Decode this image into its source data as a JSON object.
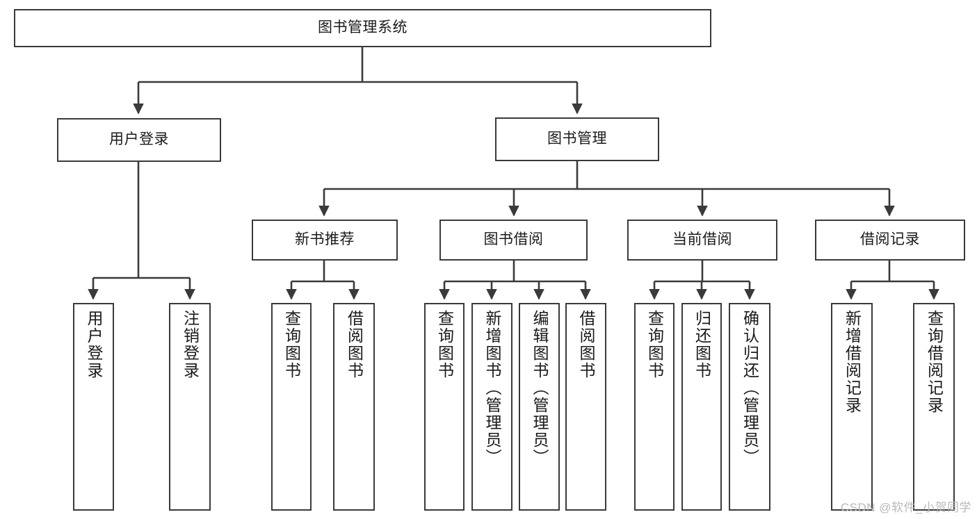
{
  "diagram": {
    "title": "图书管理系统",
    "watermark": "CSDN @软件_小贺同学",
    "line_color": "#3a3a3a",
    "box_fill": "#ffffff",
    "text_color": "#1a1a1a",
    "watermark_color": "#b9b9b9"
  },
  "nodes": {
    "root": {
      "label": "图书管理系统",
      "level": 1,
      "orientation": "horizontal"
    },
    "l2": [
      {
        "id": "user-login",
        "label": "用户登录",
        "orientation": "horizontal"
      },
      {
        "id": "book-manage",
        "label": "图书管理",
        "orientation": "horizontal"
      }
    ],
    "l3": [
      {
        "id": "new-book-recommend",
        "label": "新书推荐",
        "orientation": "horizontal",
        "parent": "book-manage"
      },
      {
        "id": "book-borrow",
        "label": "图书借阅",
        "orientation": "horizontal",
        "parent": "book-manage"
      },
      {
        "id": "current-borrow",
        "label": "当前借阅",
        "orientation": "horizontal",
        "parent": "book-manage"
      },
      {
        "id": "borrow-record",
        "label": "借阅记录",
        "orientation": "horizontal",
        "parent": "book-manage"
      }
    ],
    "leaves": [
      {
        "id": "leaf-user-login",
        "label": "用户登录",
        "orientation": "vertical",
        "parent": "user-login"
      },
      {
        "id": "leaf-logout-login",
        "label": "注销登录",
        "orientation": "vertical",
        "parent": "user-login"
      },
      {
        "id": "leaf-query-book-1",
        "label": "查询图书",
        "orientation": "vertical",
        "parent": "new-book-recommend"
      },
      {
        "id": "leaf-borrow-book-1",
        "label": "借阅图书",
        "orientation": "vertical",
        "parent": "new-book-recommend"
      },
      {
        "id": "leaf-query-book-2",
        "label": "查询图书",
        "orientation": "vertical",
        "parent": "book-borrow"
      },
      {
        "id": "leaf-add-book",
        "label": "新增图书（管理员）",
        "orientation": "vertical",
        "parent": "book-borrow"
      },
      {
        "id": "leaf-edit-book",
        "label": "编辑图书（管理员）",
        "orientation": "vertical",
        "parent": "book-borrow"
      },
      {
        "id": "leaf-borrow-book-2",
        "label": "借阅图书",
        "orientation": "vertical",
        "parent": "book-borrow"
      },
      {
        "id": "leaf-query-book-3",
        "label": "查询图书",
        "orientation": "vertical",
        "parent": "current-borrow"
      },
      {
        "id": "leaf-return-book",
        "label": "归还图书",
        "orientation": "vertical",
        "parent": "current-borrow"
      },
      {
        "id": "leaf-confirm-return",
        "label": "确认归还（管理员）",
        "orientation": "vertical",
        "parent": "current-borrow"
      },
      {
        "id": "leaf-add-record",
        "label": "新增借阅记录",
        "orientation": "vertical",
        "parent": "borrow-record"
      },
      {
        "id": "leaf-query-record",
        "label": "查询借阅记录",
        "orientation": "vertical",
        "parent": "borrow-record"
      }
    ]
  }
}
